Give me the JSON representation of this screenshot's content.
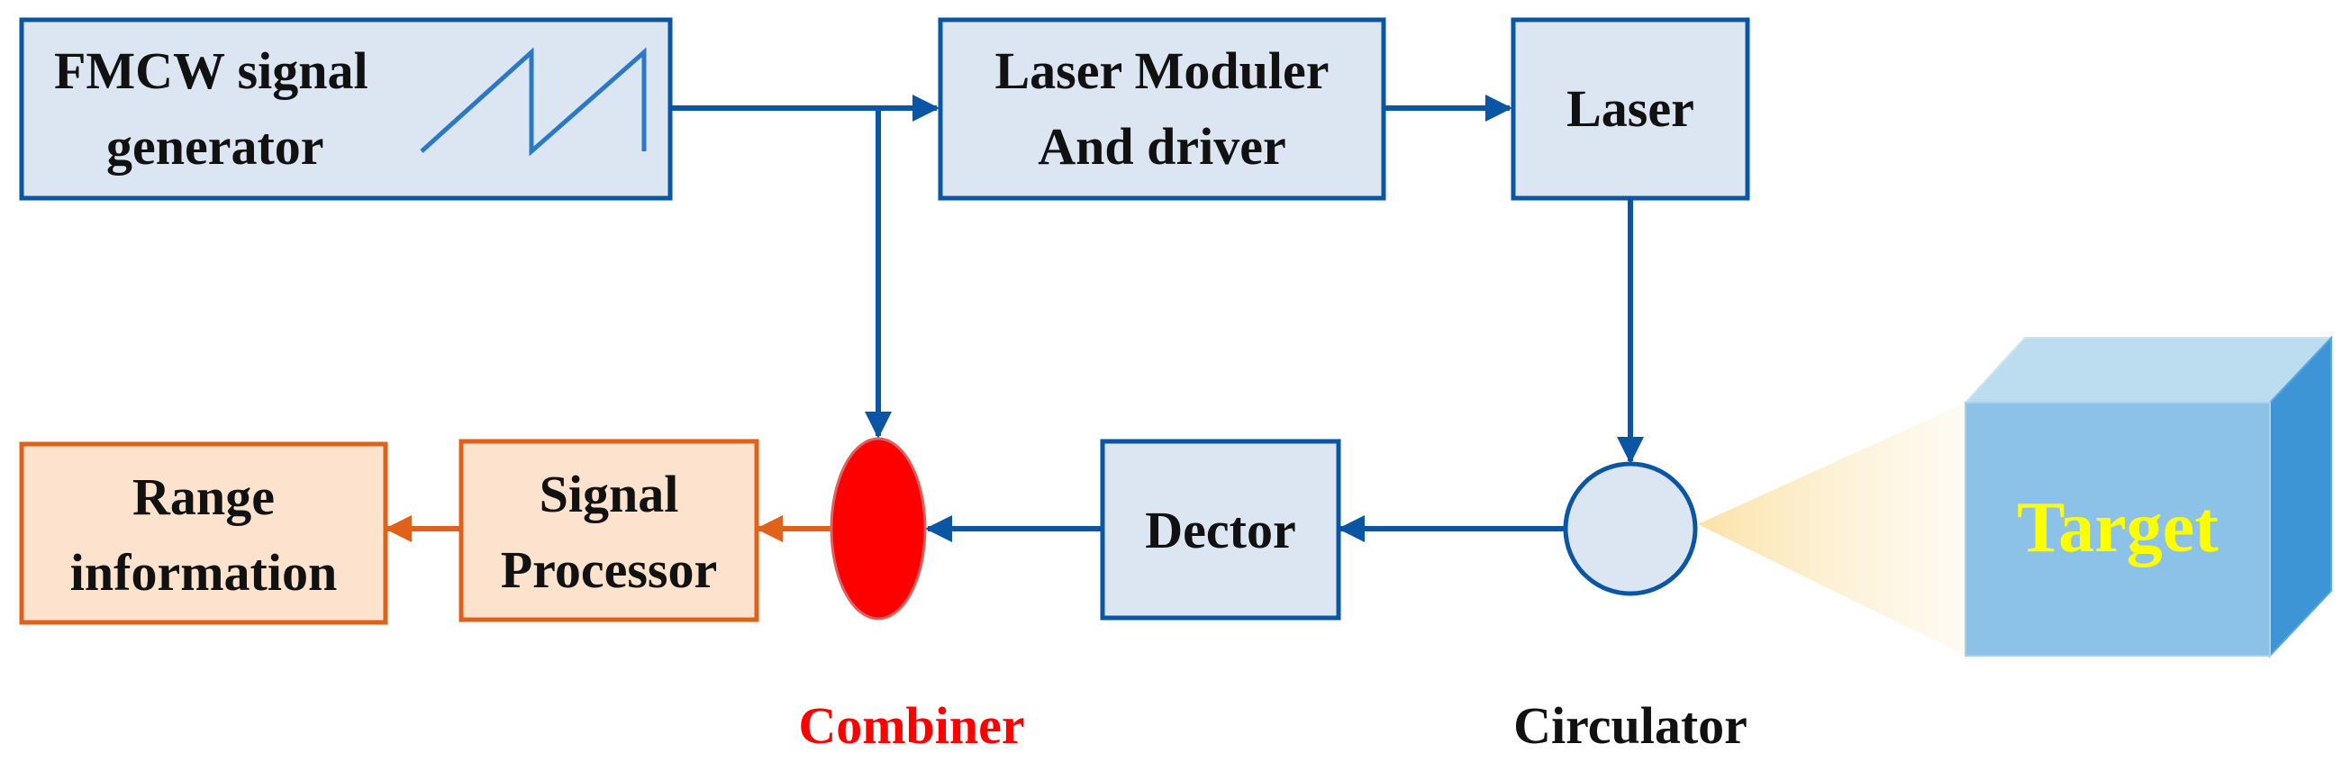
{
  "colors": {
    "blue_fill": "#dce6f2",
    "blue_stroke": "#0b56a4",
    "orange_fill": "#fde3cd",
    "orange_stroke": "#e0621a",
    "combiner_fill": "#ff0000",
    "combiner_label": "#ff0000",
    "target_label": "#ffff00",
    "text": "#111111"
  },
  "blocks": {
    "fmcw": {
      "line1": "FMCW signal",
      "line2": "generator"
    },
    "laser_modulator": {
      "line1": "Laser Moduler",
      "line2": "And driver"
    },
    "laser": {
      "label": "Laser"
    },
    "detector": {
      "label": "Dector"
    },
    "signal_processor": {
      "line1": "Signal",
      "line2": "Processor"
    },
    "range_info": {
      "line1": "Range",
      "line2": "information"
    },
    "target": {
      "label": "Target"
    }
  },
  "labels": {
    "combiner": "Combiner",
    "circulator": "Circulator"
  }
}
